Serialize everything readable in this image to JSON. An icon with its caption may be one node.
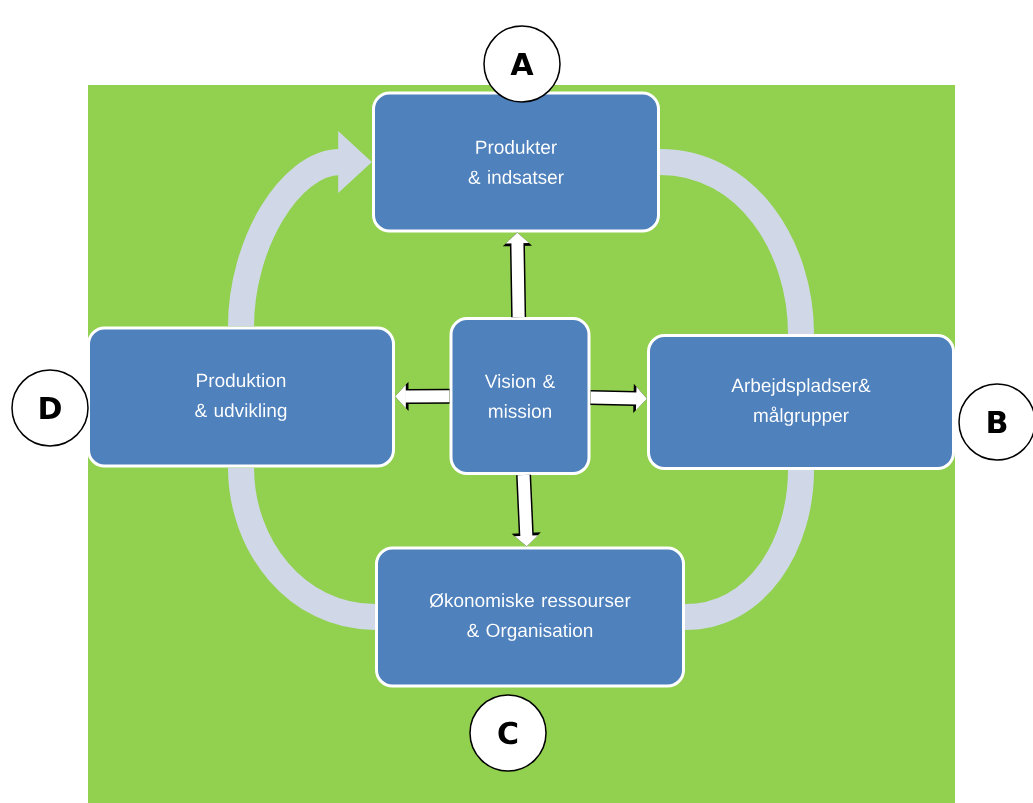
{
  "diagram": {
    "nodes": [
      {
        "text": [
          "Produkter & indsatser"
        ]
      },
      {
        "text": [
          "Arbejdspladser& målgrupper"
        ]
      },
      {
        "text": [
          "Økonomiske ressourser & Organisation"
        ]
      },
      {
        "text": [
          "Produktion & udvikling"
        ]
      },
      {
        "text": [
          "Vision & mission"
        ]
      },
      {
        "text": [
          "A"
        ]
      },
      {
        "text": [
          "B"
        ]
      },
      {
        "text": [
          "C"
        ]
      },
      {
        "text": [
          "D"
        ]
      }
    ],
    "edges": [
      {
        "from": 0,
        "to": 1,
        "arrow": "none",
        "style": "thick",
        "color": "#d0d8e8"
      },
      {
        "from": 1,
        "to": 2,
        "arrow": "none",
        "style": "thick",
        "color": "#d0d8e8"
      },
      {
        "from": 2,
        "to": 3,
        "arrow": "none",
        "style": "thick",
        "color": "#d0d8e8"
      },
      {
        "from": 3,
        "to": 0,
        "arrow": "to",
        "style": "thick",
        "color": "#d0d8e8"
      },
      {
        "from": 4,
        "to": 0,
        "arrow": "to"
      },
      {
        "from": 4,
        "to": 1,
        "arrow": "to"
      },
      {
        "from": 4,
        "to": 2,
        "arrow": "to"
      },
      {
        "from": 4,
        "to": 3,
        "arrow": "to"
      }
    ]
  }
}
